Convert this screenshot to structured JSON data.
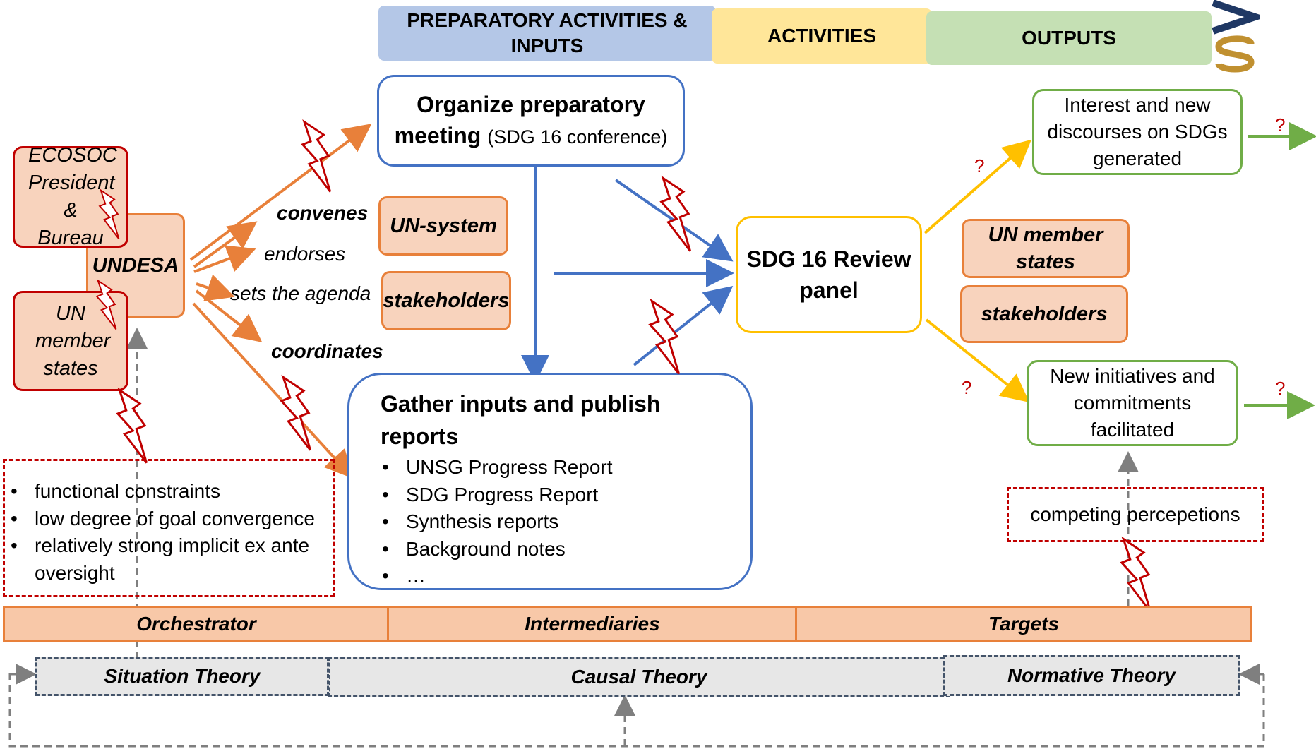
{
  "headers": {
    "prep": "PREPARATORY ACTIVITIES & INPUTS",
    "activities": "ACTIVITIES",
    "outputs": "OUTPUTS"
  },
  "actors": {
    "ecosoc": "ECOSOC President & Bureau",
    "undesa": "UNDESA",
    "un_member_states_left": "UN member states",
    "un_system": "UN-system",
    "stakeholders_mid": "stakeholders",
    "un_member_states_right": "UN member states",
    "stakeholders_right": "stakeholders"
  },
  "verbs": {
    "convenes": "convenes",
    "endorses": "endorses",
    "sets_agenda": "sets the agenda",
    "coordinates": "coordinates"
  },
  "activities": {
    "organize_bold": "Organize preparatory meeting",
    "organize_suffix": "(SDG 16 conference)",
    "gather_title": "Gather inputs and publish reports",
    "gather_items": [
      "UNSG Progress Report",
      "SDG Progress Report",
      "Synthesis reports",
      "Background notes",
      "…"
    ],
    "review_panel": "SDG 16 Review panel"
  },
  "outputs": {
    "interest": "Interest and new discourses on SDGs generated",
    "initiatives": "New initiatives and commitments facilitated",
    "question_mark": "?"
  },
  "constraints": {
    "left": [
      "functional constraints",
      "low degree of goal convergence",
      "relatively strong implicit ex ante oversight"
    ],
    "right": "competing percepetions"
  },
  "bars": {
    "orchestrator": "Orchestrator",
    "intermediaries": "Intermediaries",
    "targets": "Targets"
  },
  "theories": {
    "situation": "Situation Theory",
    "causal": "Causal Theory",
    "normative": "Normative Theory"
  },
  "colors": {
    "orange": "#e8803a",
    "blue": "#4472c4",
    "yellow": "#ffc000",
    "green": "#70ad47",
    "red": "#c00000",
    "gray": "#7f7f7f"
  }
}
